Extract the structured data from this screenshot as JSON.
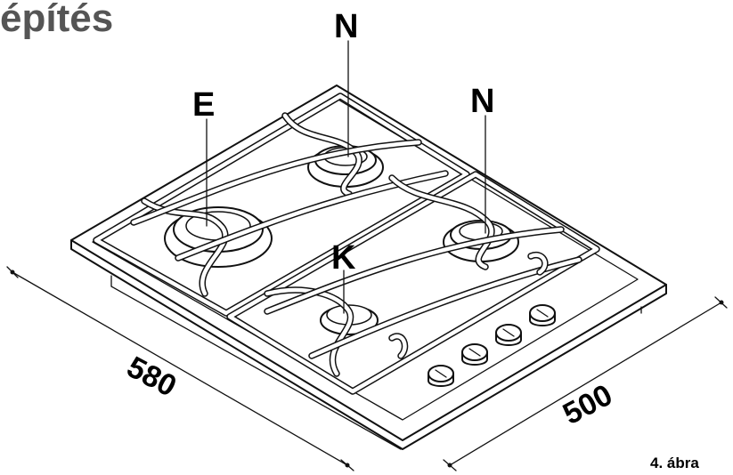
{
  "title": "építés",
  "labels": {
    "n_top": "N",
    "e_left": "E",
    "n_right": "N",
    "k_center": "K"
  },
  "dimensions": {
    "width": "580",
    "depth": "500"
  },
  "figure_caption": "4. ábra"
}
